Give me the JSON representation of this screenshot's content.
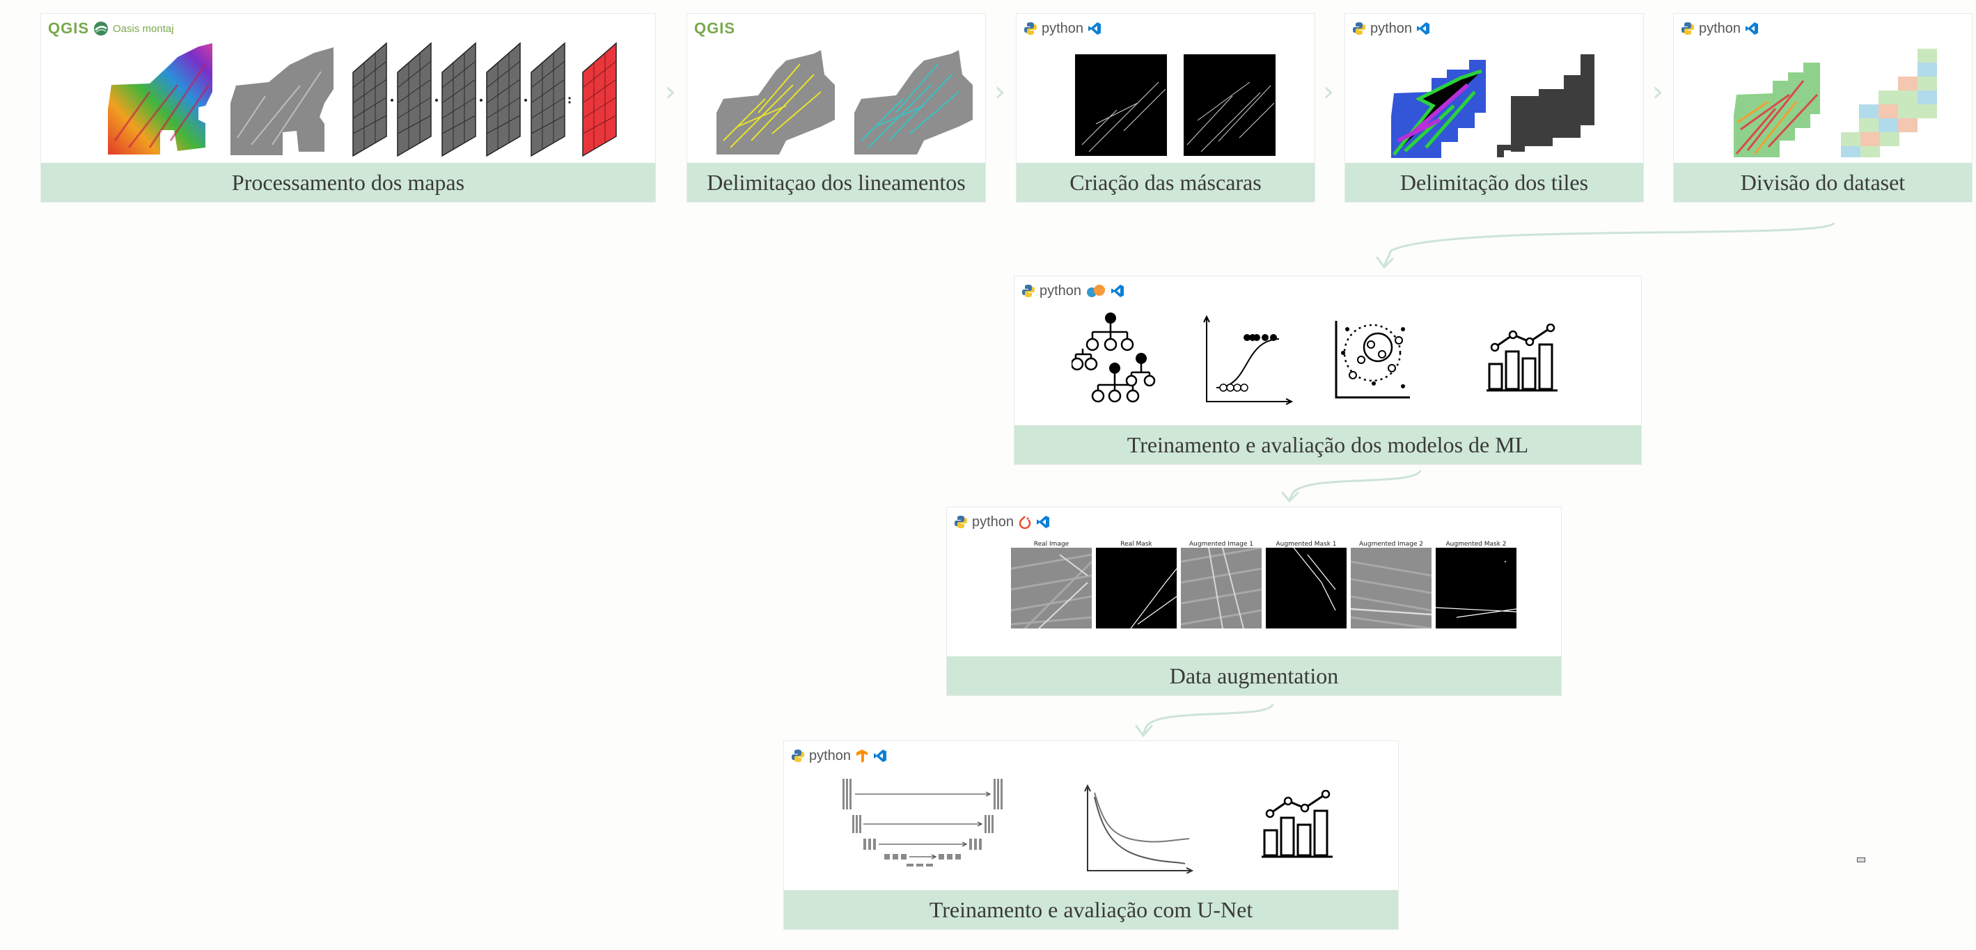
{
  "steps": [
    {
      "caption": "Processamento dos mapas",
      "tools": [
        "qgis-logo",
        "oasis-montaj-logo"
      ],
      "qgis": "QGIS",
      "oasis": "Oasis montaj"
    },
    {
      "caption": "Delimitaçao dos lineamentos",
      "tools": [
        "qgis-logo"
      ],
      "qgis": "QGIS"
    },
    {
      "caption": "Criação das máscaras",
      "tools": [
        "python-logo",
        "vscode-icon"
      ],
      "python": "python"
    },
    {
      "caption": "Delimitação dos tiles",
      "tools": [
        "python-logo",
        "vscode-icon"
      ],
      "python": "python"
    },
    {
      "caption": "Divisão do dataset",
      "tools": [
        "python-logo",
        "vscode-icon"
      ],
      "python": "python"
    },
    {
      "caption": "Treinamento e avaliação dos modelos de ML",
      "tools": [
        "python-logo",
        "scikit-learn-icon",
        "vscode-icon"
      ],
      "python": "python"
    },
    {
      "caption": "Data augmentation",
      "tools": [
        "python-logo",
        "pytorch-icon",
        "vscode-icon"
      ],
      "python": "python",
      "thumb_titles": [
        "Real Image",
        "Real Mask",
        "Augmented Image 1",
        "Augmented Mask 1",
        "Augmented Image 2",
        "Augmented Mask 2"
      ]
    },
    {
      "caption": "Treinamento e avaliação com U-Net",
      "tools": [
        "python-logo",
        "tensorflow-icon",
        "vscode-icon"
      ],
      "python": "python"
    }
  ],
  "colors": {
    "caption_bg": "#cfe7d7",
    "arrow": "#cde4d6",
    "qgis_green": "#79a84b",
    "vscode_blue": "#0a7fd6"
  }
}
